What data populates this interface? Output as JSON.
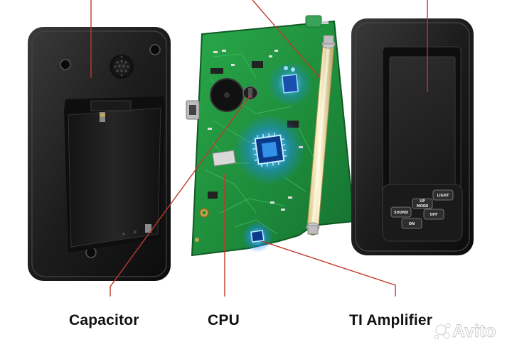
{
  "labels": {
    "capacitor": "Capacitor",
    "cpu": "CPU",
    "amplifier": "TI Amplifier"
  },
  "device_buttons": {
    "sound": "SOUND",
    "up": "UP",
    "mode": "MODE",
    "light": "LIGHT",
    "on": "ON",
    "off": "OFF"
  },
  "watermark": {
    "text": "Avito"
  },
  "colors": {
    "pointer_line": "#c0392b",
    "pcb_green": "#1f8a3a",
    "cpu_glow": "#3fb4ff",
    "case_black": "#1b1b1b"
  }
}
